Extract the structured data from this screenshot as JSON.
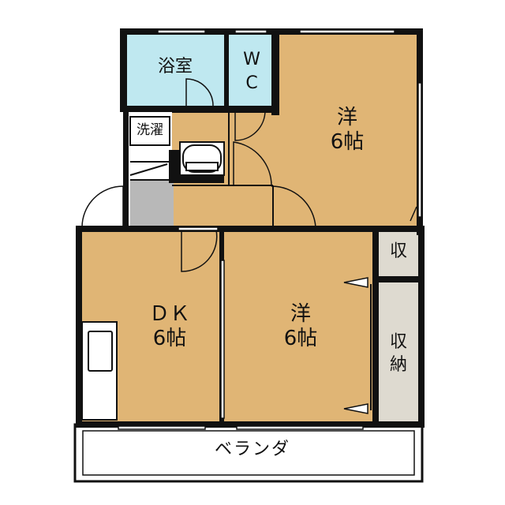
{
  "plan": {
    "bath": "浴室",
    "wc_line1": "W",
    "wc_line2": "C",
    "laundry": "洗濯",
    "western_room_top_line1": "洋",
    "western_room_top_line2": "6帖",
    "dk_line1": "ＤＫ",
    "dk_line2": "6帖",
    "western_room_bottom_line1": "洋",
    "western_room_bottom_line2": "6帖",
    "storage_small": "収",
    "storage_line1": "収",
    "storage_line2": "納",
    "veranda": "ベランダ"
  },
  "colors": {
    "room": "#e0b575",
    "bath": "#bfe8f0",
    "storage": "#dedad0",
    "gray_floor": "#b8b8b8",
    "wall": "#111111"
  }
}
